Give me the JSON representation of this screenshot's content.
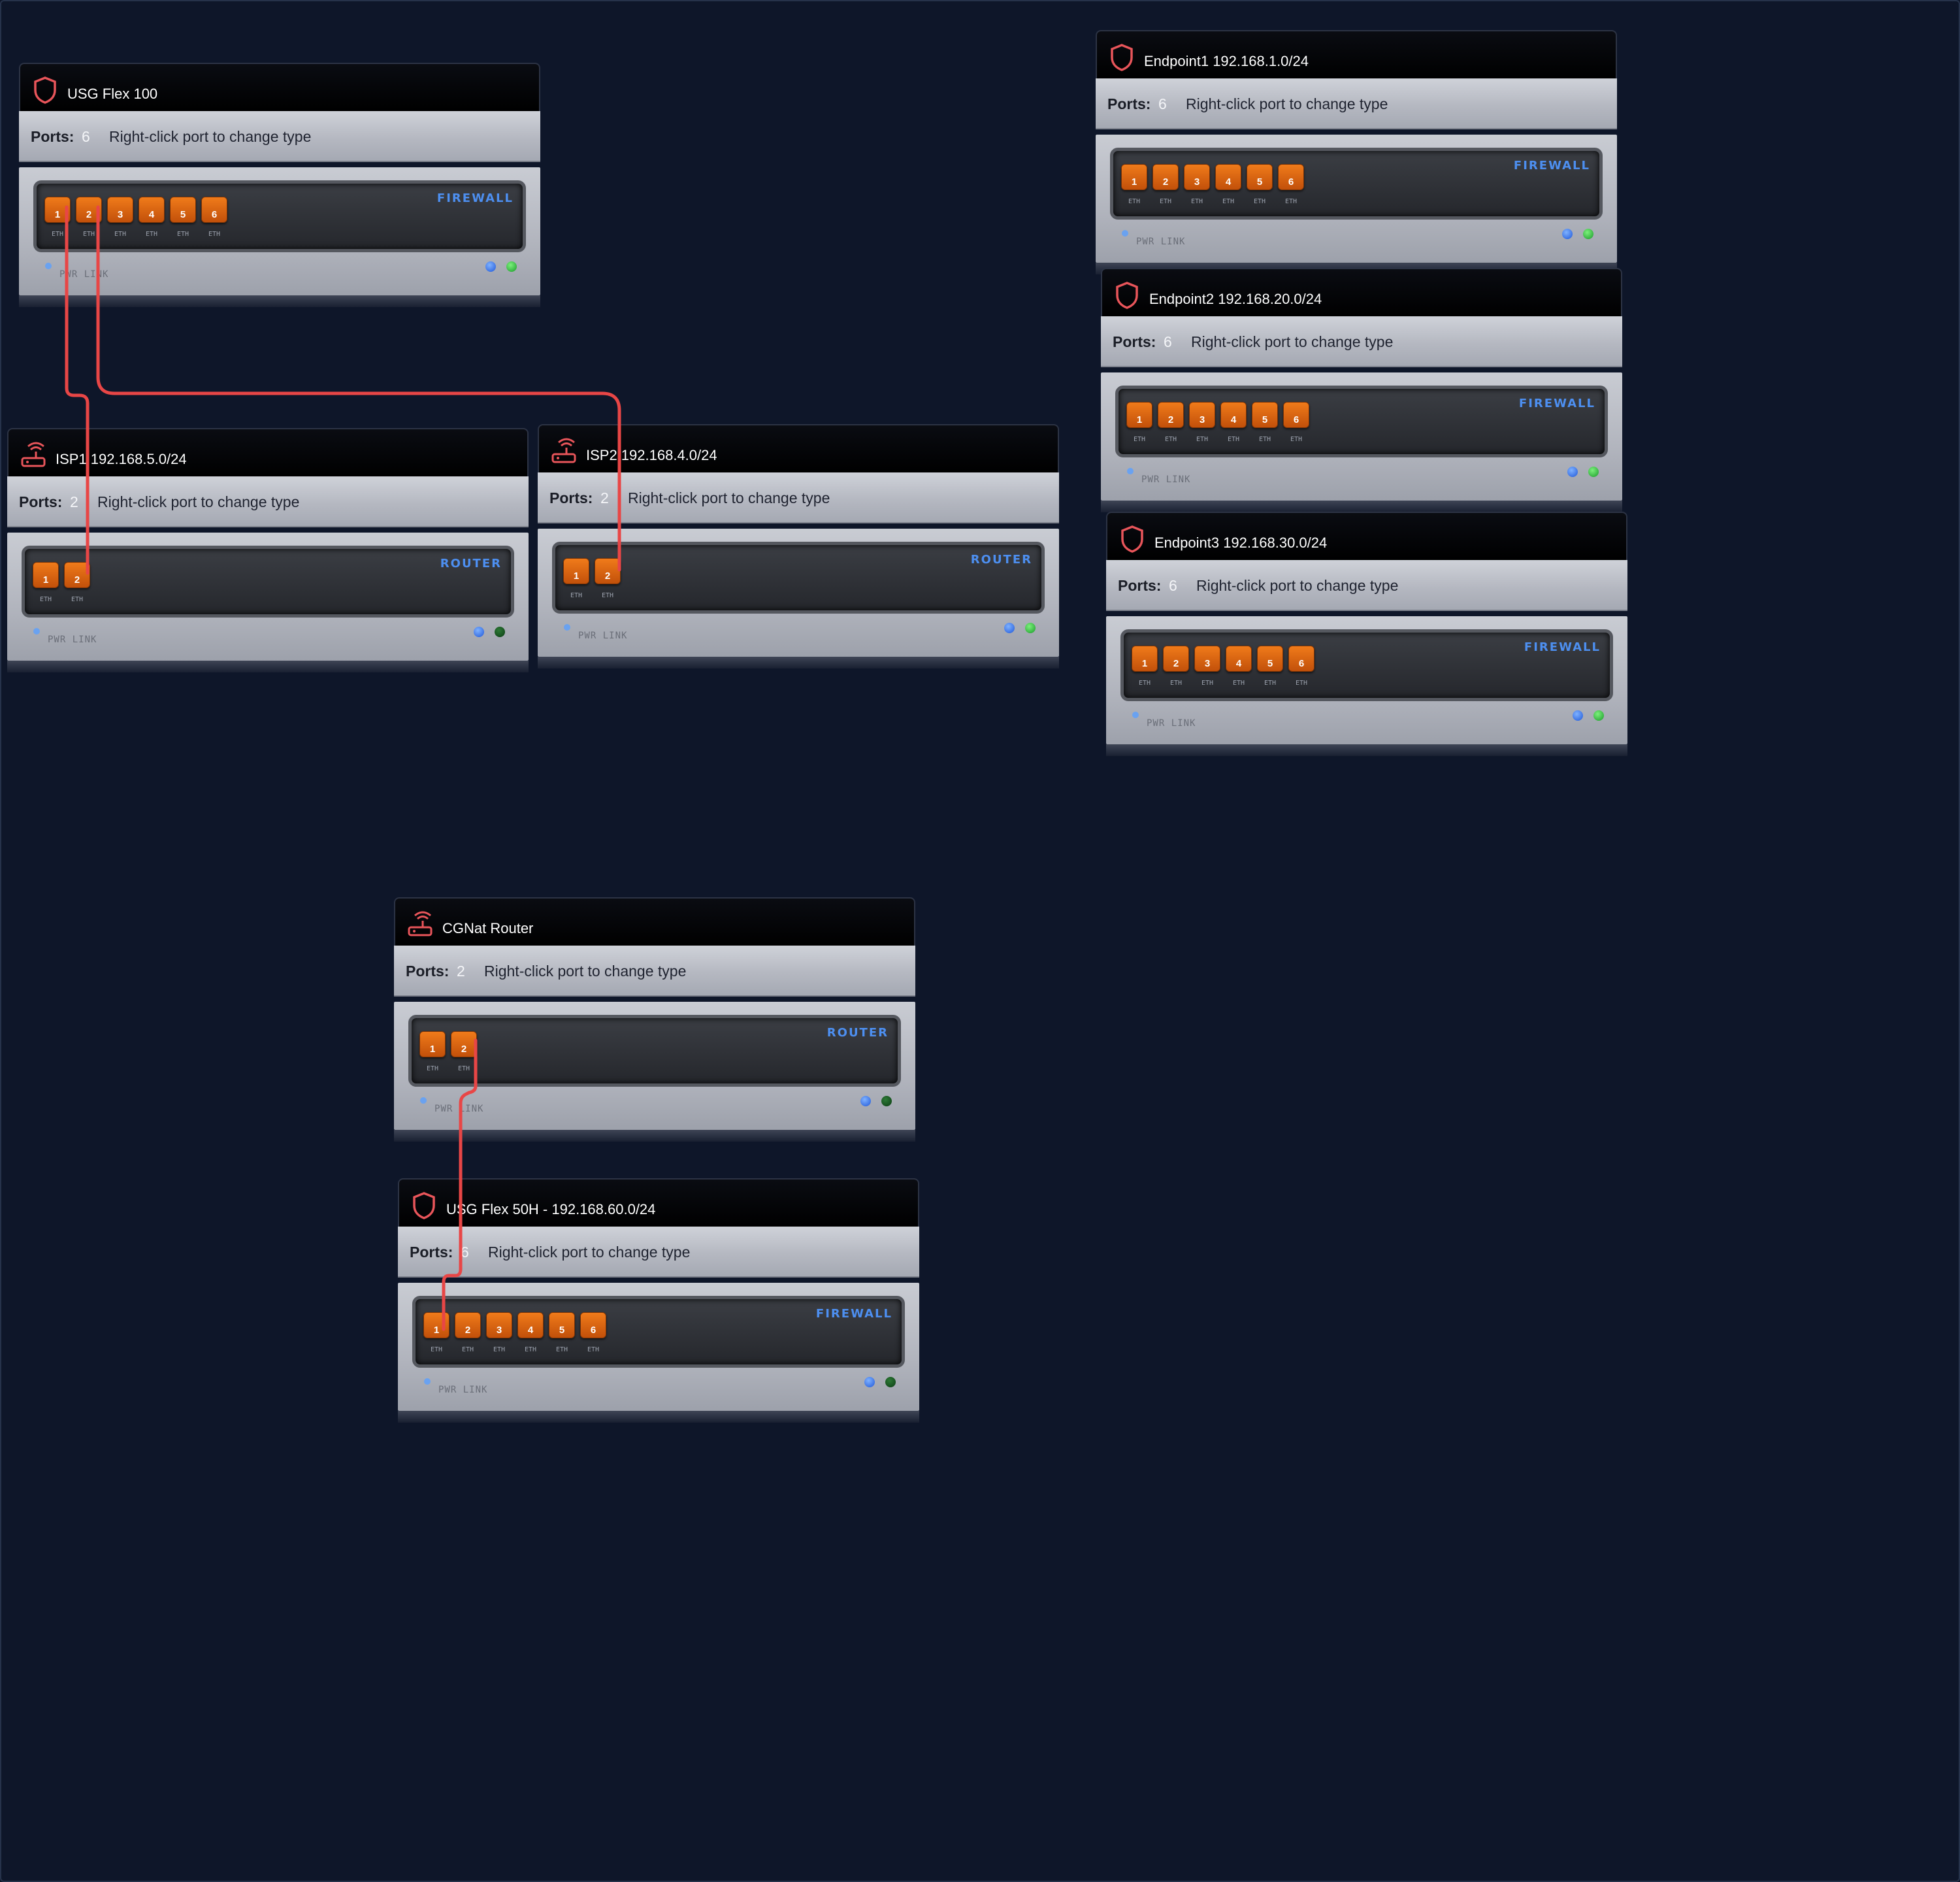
{
  "devices": {
    "usg_flex_100": {
      "title": "USG Flex 100",
      "icon": "shield-icon",
      "ports_label": "Ports:",
      "ports_count": "6",
      "hint": "Right-click port to change type",
      "type_label": "FIREWALL",
      "pwr_label": "PWR LINK",
      "port_sub": "ETH",
      "ports": [
        "1",
        "2",
        "3",
        "4",
        "5",
        "6"
      ]
    },
    "isp1": {
      "title": "ISP1 192.168.5.0/24",
      "icon": "router-icon",
      "ports_label": "Ports:",
      "ports_count": "2",
      "hint": "Right-click port to change type",
      "type_label": "ROUTER",
      "pwr_label": "PWR LINK",
      "port_sub": "ETH",
      "ports": [
        "1",
        "2"
      ]
    },
    "isp2": {
      "title": "ISP2 192.168.4.0/24",
      "icon": "router-icon",
      "ports_label": "Ports:",
      "ports_count": "2",
      "hint": "Right-click port to change type",
      "type_label": "ROUTER",
      "pwr_label": "PWR LINK",
      "port_sub": "ETH",
      "ports": [
        "1",
        "2"
      ]
    },
    "endpoint1": {
      "title": "Endpoint1 192.168.1.0/24",
      "icon": "shield-icon",
      "ports_label": "Ports:",
      "ports_count": "6",
      "hint": "Right-click port to change type",
      "type_label": "FIREWALL",
      "pwr_label": "PWR LINK",
      "port_sub": "ETH",
      "ports": [
        "1",
        "2",
        "3",
        "4",
        "5",
        "6"
      ]
    },
    "endpoint2": {
      "title": "Endpoint2 192.168.20.0/24",
      "icon": "shield-icon",
      "ports_label": "Ports:",
      "ports_count": "6",
      "hint": "Right-click port to change type",
      "type_label": "FIREWALL",
      "pwr_label": "PWR LINK",
      "port_sub": "ETH",
      "ports": [
        "1",
        "2",
        "3",
        "4",
        "5",
        "6"
      ]
    },
    "endpoint3": {
      "title": "Endpoint3 192.168.30.0/24",
      "icon": "shield-icon",
      "ports_label": "Ports:",
      "ports_count": "6",
      "hint": "Right-click port to change type",
      "type_label": "FIREWALL",
      "pwr_label": "PWR LINK",
      "port_sub": "ETH",
      "ports": [
        "1",
        "2",
        "3",
        "4",
        "5",
        "6"
      ]
    },
    "cgnat_router": {
      "title": "CGNat Router",
      "icon": "router-icon",
      "ports_label": "Ports:",
      "ports_count": "2",
      "hint": "Right-click port to change type",
      "type_label": "ROUTER",
      "pwr_label": "PWR LINK",
      "port_sub": "ETH",
      "ports": [
        "1",
        "2"
      ]
    },
    "usg_flex_50h": {
      "title": "USG Flex 50H - 192.168.60.0/24",
      "icon": "shield-icon",
      "ports_label": "Ports:",
      "ports_count": "6",
      "hint": "Right-click port to change type",
      "type_label": "FIREWALL",
      "pwr_label": "PWR LINK",
      "port_sub": "ETH",
      "ports": [
        "1",
        "2",
        "3",
        "4",
        "5",
        "6"
      ]
    }
  },
  "connections": [
    {
      "from": "USG Flex 100 port 1",
      "to": "ISP1 port 2"
    },
    {
      "from": "USG Flex 100 port 2",
      "to": "ISP2 port 2"
    },
    {
      "from": "CGNat Router port 2",
      "to": "USG Flex 50H port 1"
    }
  ],
  "colors": {
    "background": "#0e1629",
    "cable": "#e84646",
    "port": "#e06a12",
    "type_label": "#4d8ff0",
    "icon": "#e8555a"
  }
}
